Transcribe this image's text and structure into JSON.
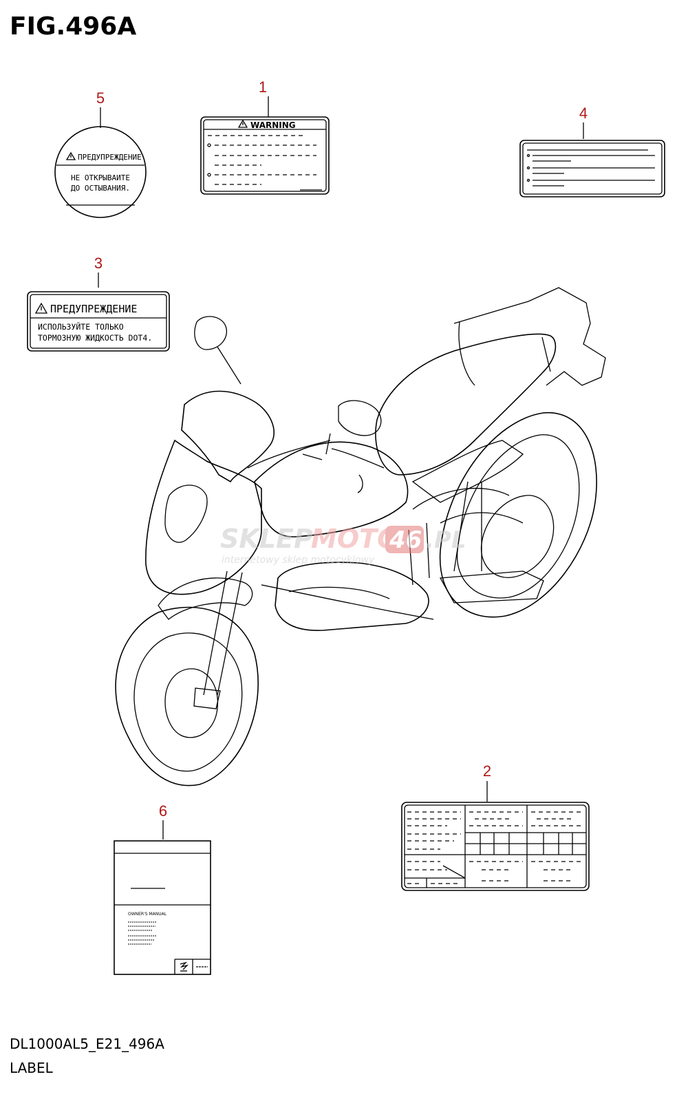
{
  "figure": {
    "title": "FIG.496A",
    "model_code": "DL1000AL5_E21_496A",
    "section": "LABEL"
  },
  "callouts": [
    "1",
    "2",
    "3",
    "4",
    "5",
    "6"
  ],
  "label1": {
    "heading": "WARNING"
  },
  "label3": {
    "heading": "ПРЕДУПРЕЖДЕНИЕ",
    "line1": "ИСПОЛЬЗУЙТЕ ТОЛЬКО",
    "line2": "ТОРМОЗНУЮ ЖИДКОСТЬ DOT4."
  },
  "label5": {
    "heading": "ПРЕДУПРЕЖДЕНИЕ",
    "line1": "НЕ ОТКРЫВАИТЕ",
    "line2": "ДО ОСТЫВАНИЯ."
  },
  "manual": {
    "subtitle": "OWNER'S MANUAL"
  },
  "watermark": {
    "brand_a": "SKLEP",
    "brand_b": "MOTO",
    "brand_c": "46",
    "brand_d": ".PL",
    "tagline": "internetowy sklep motocyklowy"
  }
}
